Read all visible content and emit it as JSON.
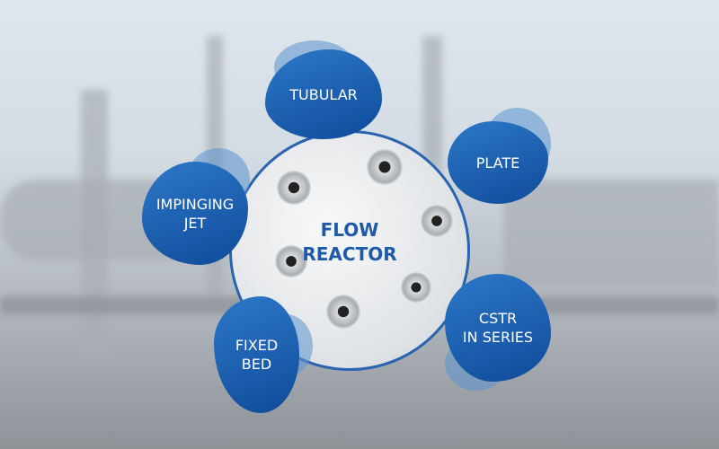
{
  "center": {
    "line1": "FLOW",
    "line2": "REACTOR"
  },
  "types": [
    {
      "id": "tubular",
      "line1": "TUBULAR",
      "line2": ""
    },
    {
      "id": "plate",
      "line1": "PLATE",
      "line2": ""
    },
    {
      "id": "impinging-jet",
      "line1": "IMPINGING",
      "line2": "JET"
    },
    {
      "id": "fixed-bed",
      "line1": "FIXED",
      "line2": "BED"
    },
    {
      "id": "cstr-in-series",
      "line1": "CSTR",
      "line2": "IN SERIES"
    }
  ],
  "colors": {
    "blob": "#1a5eae",
    "accent": "#1f5aa8"
  }
}
